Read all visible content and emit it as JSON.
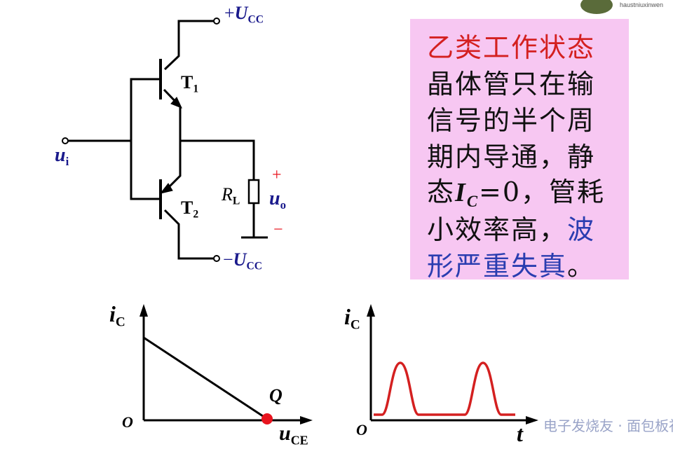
{
  "account_name": "haustniuxinwen",
  "textbox": {
    "title": "乙类工作状态",
    "line1": "晶体管只在输",
    "line2": "信号的半个周",
    "line3": "期内导通，静",
    "line4_a": "态",
    "line4_I": "I",
    "line4_sub": "C",
    "line4_b": "=0，管耗",
    "line5_a": "小效率高，",
    "line5_b": "波",
    "line6_a": "形严重失真",
    "line6_b": "。",
    "colors": {
      "title": "#d42020",
      "body": "#111111",
      "highlight": "#2a3db0",
      "background": "#f7c7f2"
    }
  },
  "circuit": {
    "vcc_pos": {
      "sign": "+",
      "symbol": "U",
      "sub": "CC"
    },
    "vcc_neg": {
      "sign": "−",
      "symbol": "U",
      "sub": "CC"
    },
    "t1": {
      "symbol": "T",
      "sub": "1"
    },
    "t2": {
      "symbol": "T",
      "sub": "2"
    },
    "input": {
      "symbol": "u",
      "sub": "i"
    },
    "load": {
      "symbol": "R",
      "sub": "L"
    },
    "output": {
      "symbol": "u",
      "sub": "o"
    },
    "plus": "+",
    "minus": "−"
  },
  "graph_left": {
    "ylabel": {
      "symbol": "i",
      "sub": "C"
    },
    "xlabel": {
      "symbol": "u",
      "sub": "CE"
    },
    "origin": "O",
    "q_label": "Q",
    "q_color": "#e8141e"
  },
  "graph_right": {
    "ylabel": {
      "symbol": "i",
      "sub": "C"
    },
    "xlabel": "t",
    "origin": "O",
    "curve_color": "#d42020"
  },
  "watermark": "电子发烧友 · 面包板社区"
}
